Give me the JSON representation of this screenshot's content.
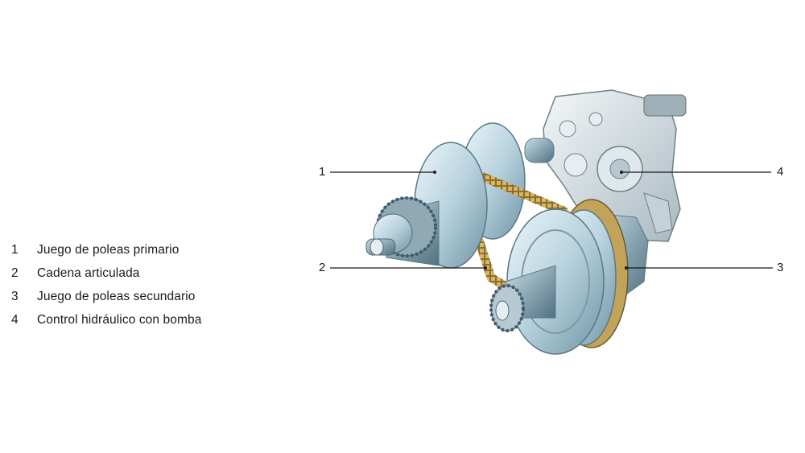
{
  "legend": [
    {
      "num": "1",
      "label": "Juego de poleas primario"
    },
    {
      "num": "2",
      "label": "Cadena articulada"
    },
    {
      "num": "3",
      "label": "Juego de poleas secundario"
    },
    {
      "num": "4",
      "label": "Control hidráulico con bomba"
    }
  ],
  "callouts": {
    "c1": "1",
    "c2": "2",
    "c3": "3",
    "c4": "4"
  }
}
